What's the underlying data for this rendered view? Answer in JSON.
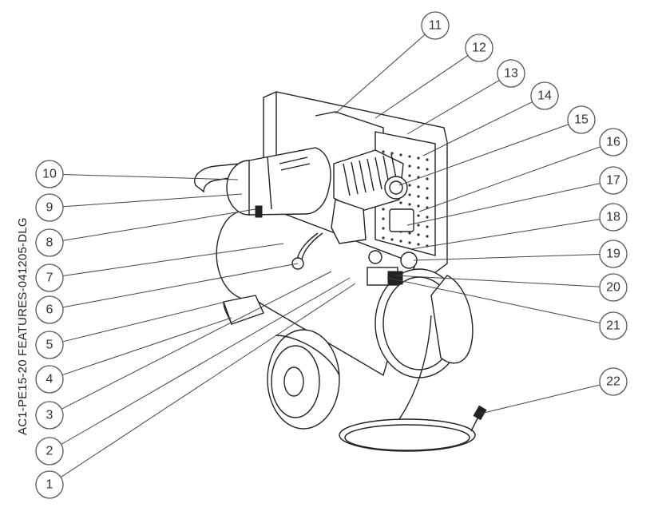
{
  "drawing_id": "AC1-PE15-20 FEATURES-041205-DLG",
  "callouts": [
    "1",
    "2",
    "3",
    "4",
    "5",
    "6",
    "7",
    "8",
    "9",
    "10",
    "11",
    "12",
    "13",
    "14",
    "15",
    "16",
    "17",
    "18",
    "19",
    "20",
    "21",
    "22"
  ]
}
